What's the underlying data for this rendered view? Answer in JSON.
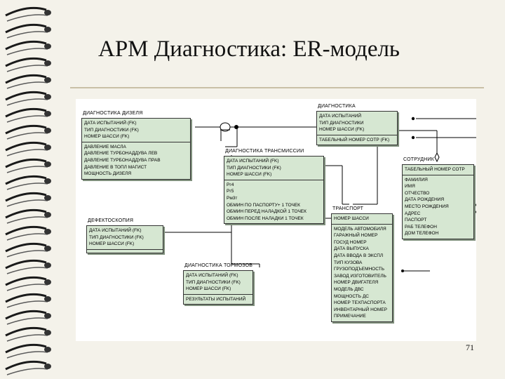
{
  "slide": {
    "title": "АРМ Диагностика: ER-модель",
    "page_number": "71"
  },
  "entities": {
    "diesel": {
      "name": "ДИАГНОСТИКА ДИЗЕЛЯ",
      "keys": [
        "ДАТА ИСПЫТАНИЙ (FK)",
        "ТИП ДИАГНОСТИКИ (FK)",
        "НОМЕР ШАССИ (FK)"
      ],
      "attrs": [
        "ДАВЛЕНИЕ МАСЛА",
        "ДАВЛЕНИЕ ТУРБОНАДДУВА ЛЕВ",
        "ДАВЛЕНИЕ ТУРБОНАДДУВА ПРАВ",
        "ДАВЛЕНИЕ В ТОПЛ МАГИСТ",
        "МОЩНОСТЬ ДИЗЕЛЯ"
      ]
    },
    "diagnostics": {
      "name": "ДИАГНОСТИКА",
      "keys": [
        "ДАТА ИСПЫТАНИЙ",
        "ТИП ДИАГНОСТИКИ",
        "НОМЕР ШАССИ (FK)"
      ],
      "attrs": [
        "ТАБЕЛЬНЫЙ НОМЕР СОТР (FK)"
      ]
    },
    "transmission": {
      "name": "ДИАГНОСТИКА ТРАНСМИССИИ",
      "keys": [
        "ДАТА ИСПЫТАНИЙ (FK)",
        "ТИП ДИАГНОСТИКИ (FK)",
        "НОМЕР ШАССИ (FK)"
      ],
      "attrs": [
        "Рг4",
        "Рг5",
        "Рм3т",
        "ОБМИН ПО ПАСПОРТУ+ 1 ТОЧЕК",
        "ОБМИН ПЕРЕД НАЛАДКОЙ 1 ТОЧЕК",
        "ОБМИН ПОСЛЕ НАЛАДКИ 1 ТОЧЕК"
      ]
    },
    "employee": {
      "name": "СОТРУДНИК",
      "keys": [
        "ТАБЕЛЬНЫЙ НОМЕР СОТР"
      ],
      "attrs": [
        "ФАМИЛИЯ",
        "ИМЯ",
        "ОТЧЕСТВО",
        "ДАТА РОЖДЕНИЯ",
        "МЕСТО РОЖДЕНИЯ",
        "АДРЕС",
        "ПАСПОРТ",
        "РАБ ТЕЛЕФОН",
        "ДОМ ТЕЛЕФОН"
      ]
    },
    "defectoscopy": {
      "name": "ДЕФЕКТОСКОПИЯ",
      "keys": [
        "ДАТА ИСПЫТАНИЙ (FK)",
        "ТИП ДИАГНОСТИКИ (FK)",
        "НОМЕР ШАССИ (FK)"
      ],
      "attrs": [
        " "
      ]
    },
    "transport": {
      "name": "ТРАНСПОРТ",
      "keys": [
        "НОМЕР ШАССИ"
      ],
      "attrs": [
        "МОДЕЛЬ АВТОМОБИЛЯ",
        "ГАРАЖНЫЙ НОМЕР",
        "ГОСУД НОМЕР",
        "ДАТА ВЫПУСКА",
        "ДАТА ВВОДА В ЭКСПЛ",
        "ТИП КУЗОВА",
        "ГРУЗОПОДЪЕМНОСТЬ",
        "ЗАВОД ИЗГОТОВИТЕЛЬ",
        "НОМЕР ДВИГАТЕЛЯ",
        "МОДЕЛЬ ДВС",
        "МОЩНОСТЬ ДС",
        "НОМЕР ТЕХПАСПОРТА",
        "ИНВЕНТАРНЫЙ НОМЕР",
        "ПРИМЕЧАНИЕ"
      ]
    },
    "brakes": {
      "name": "ДИАГНОСТИКА ТОРМОЗОВ",
      "keys": [
        "ДАТА ИСПЫТАНИЙ (FK)",
        "ТИП ДИАГНОСТИКИ (FK)",
        "НОМЕР ШАССИ (FK)"
      ],
      "attrs": [
        "РЕЗУЛЬТАТЫ ИСПЫТАНИЙ"
      ]
    }
  }
}
